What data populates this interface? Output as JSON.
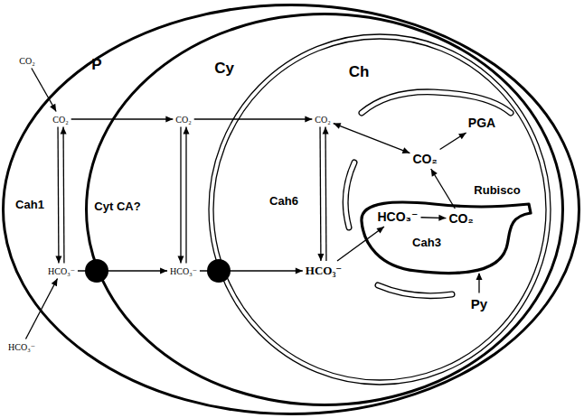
{
  "diagram": {
    "nodes": [
      {
        "text": [
          "P",
          "CO₂",
          "Cah1",
          "HCO₃⁻"
        ]
      },
      {
        "text": [
          "Cy",
          "CO₂",
          "Cyt CA?",
          "HCO₃⁻"
        ],
        "in": 0
      },
      {
        "text": [
          "Ch",
          "CO₂",
          "Cah6",
          "HCO₃⁻",
          "PGA",
          "CO₂",
          "Rubisco"
        ],
        "in": 1
      },
      {
        "text": [
          "HCO₃⁻",
          "CO₂",
          "Cah3"
        ],
        "in": 2
      }
    ],
    "labels": [
      "CO₂",
      "HCO₃⁻",
      "Py"
    ]
  }
}
